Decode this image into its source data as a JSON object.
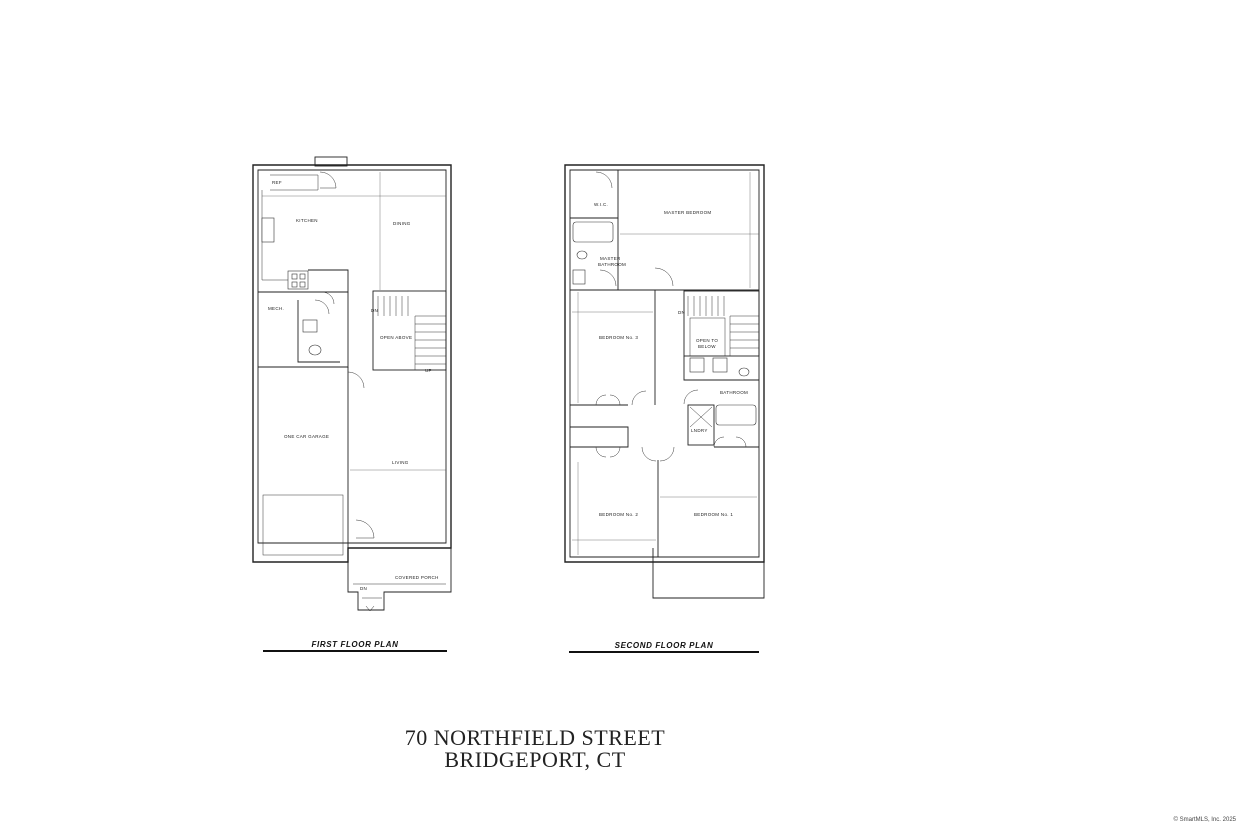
{
  "first_floor": {
    "caption": "FIRST FLOOR PLAN",
    "rooms": {
      "kitchen": "KITCHEN",
      "dining": "DINING",
      "mech": "MECH.",
      "open_above": "OPEN ABOVE",
      "garage": "ONE CAR GARAGE",
      "living": "LIVING",
      "porch": "COVERED PORCH",
      "ref": "REF"
    },
    "stair_labels": {
      "dn": "DN",
      "up": "UP",
      "porch_dn": "DN"
    }
  },
  "second_floor": {
    "caption": "SECOND FLOOR PLAN",
    "rooms": {
      "wic": "W.I.C.",
      "master_bedroom": "MASTER BEDROOM",
      "master_bathroom_1": "MASTER",
      "master_bathroom_2": "BATHROOM",
      "bedroom3": "BEDROOM No. 3",
      "open_below_1": "OPEN TO",
      "open_below_2": "BELOW",
      "bathroom": "BATHROOM",
      "laundry": "LNDRY",
      "bedroom2": "BEDROOM No. 2",
      "bedroom1": "BEDROOM No. 1"
    },
    "stair_labels": {
      "dn": "DN"
    }
  },
  "address": {
    "line1": "70 NORTHFIELD STREET",
    "line2": "BRIDGEPORT, CT"
  },
  "copyright": "© SmartMLS, Inc. 2025"
}
